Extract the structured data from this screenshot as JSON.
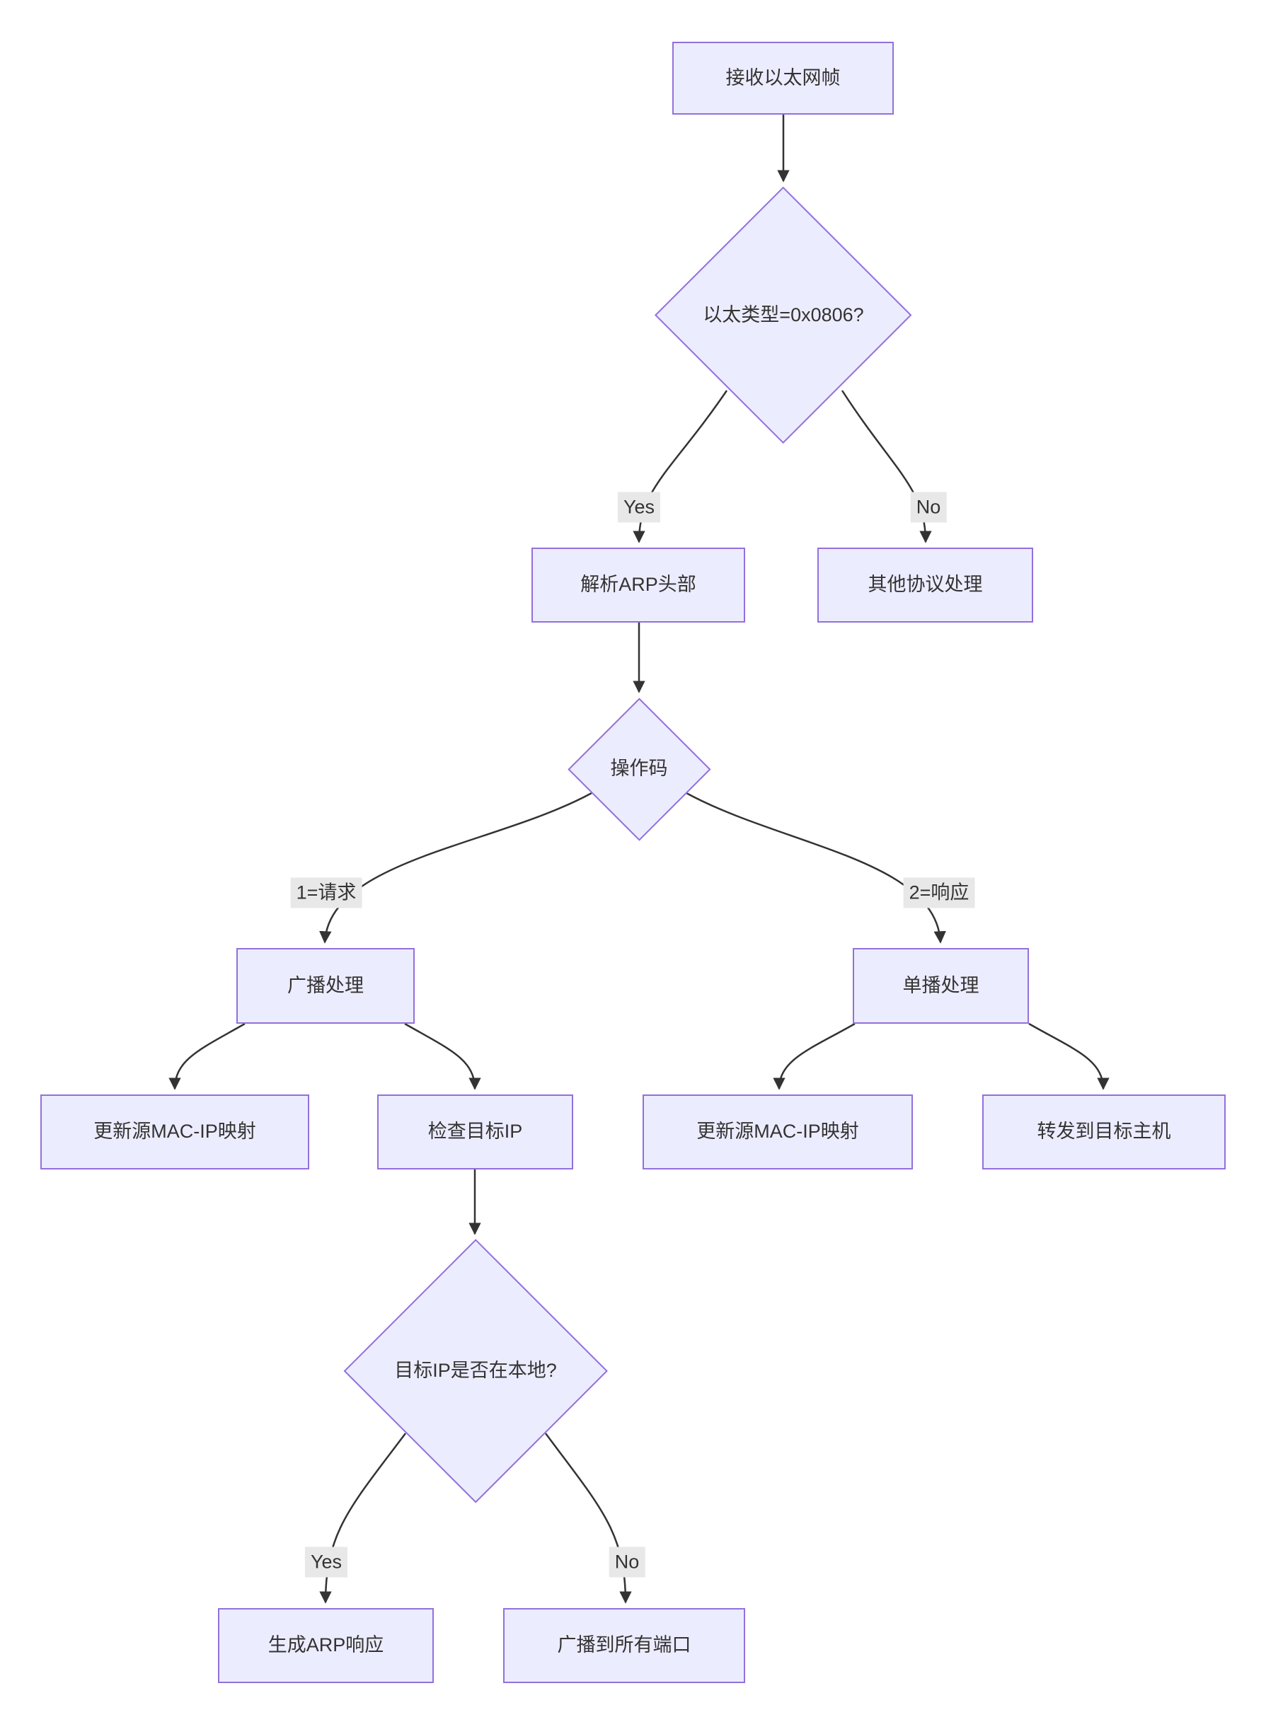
{
  "diagram": {
    "type": "flowchart",
    "direction": "top-down",
    "background": "#ffffff"
  },
  "colors": {
    "node_fill": "#ECECFF",
    "node_border": "#9370DB",
    "edge_stroke": "#333333",
    "edge_label_background": "#e8e8e8",
    "text": "#333333"
  },
  "nodes": {
    "receive_frame": {
      "label": "接收以太网帧",
      "shape": "rect"
    },
    "ethertype_decision": {
      "label": "以太类型=0x0806?",
      "shape": "diamond"
    },
    "parse_arp": {
      "label": "解析ARP头部",
      "shape": "rect"
    },
    "other_protocol": {
      "label": "其他协议处理",
      "shape": "rect"
    },
    "opcode_decision": {
      "label": "操作码",
      "shape": "diamond"
    },
    "broadcast_handling": {
      "label": "广播处理",
      "shape": "rect"
    },
    "unicast_handling": {
      "label": "单播处理",
      "shape": "rect"
    },
    "update_source_mapping_request": {
      "label": "更新源MAC-IP映射",
      "shape": "rect"
    },
    "check_target_ip": {
      "label": "检查目标IP",
      "shape": "rect"
    },
    "update_source_mapping_response": {
      "label": "更新源MAC-IP映射",
      "shape": "rect"
    },
    "forward_to_target_host": {
      "label": "转发到目标主机",
      "shape": "rect"
    },
    "target_ip_local_decision": {
      "label": "目标IP是否在本地?",
      "shape": "diamond"
    },
    "generate_arp_reply": {
      "label": "生成ARP响应",
      "shape": "rect"
    },
    "broadcast_all_ports": {
      "label": "广播到所有端口",
      "shape": "rect"
    }
  },
  "edge_labels": {
    "ethertype_yes": "Yes",
    "ethertype_no": "No",
    "opcode_request": "1=请求",
    "opcode_response": "2=响应",
    "target_local_yes": "Yes",
    "target_local_no": "No"
  },
  "edges": [
    {
      "from": "receive_frame",
      "to": "ethertype_decision",
      "label": ""
    },
    {
      "from": "ethertype_decision",
      "to": "parse_arp",
      "label": "Yes"
    },
    {
      "from": "ethertype_decision",
      "to": "other_protocol",
      "label": "No"
    },
    {
      "from": "parse_arp",
      "to": "opcode_decision",
      "label": ""
    },
    {
      "from": "opcode_decision",
      "to": "broadcast_handling",
      "label": "1=请求"
    },
    {
      "from": "opcode_decision",
      "to": "unicast_handling",
      "label": "2=响应"
    },
    {
      "from": "broadcast_handling",
      "to": "update_source_mapping_request",
      "label": ""
    },
    {
      "from": "broadcast_handling",
      "to": "check_target_ip",
      "label": ""
    },
    {
      "from": "unicast_handling",
      "to": "update_source_mapping_response",
      "label": ""
    },
    {
      "from": "unicast_handling",
      "to": "forward_to_target_host",
      "label": ""
    },
    {
      "from": "check_target_ip",
      "to": "target_ip_local_decision",
      "label": ""
    },
    {
      "from": "target_ip_local_decision",
      "to": "generate_arp_reply",
      "label": "Yes"
    },
    {
      "from": "target_ip_local_decision",
      "to": "broadcast_all_ports",
      "label": "No"
    }
  ]
}
